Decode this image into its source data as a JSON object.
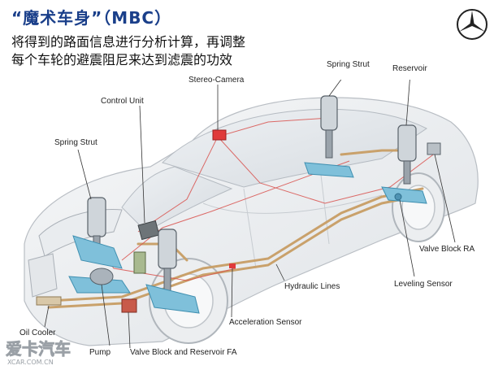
{
  "header": {
    "title": "“魔术车身”（MBC）",
    "description_line1": "将得到的路面信息进行分析计算，再调整",
    "description_line2": "每个车轮的避震阻尼来达到滤震的功效"
  },
  "callouts": {
    "stereo_camera": "Stereo-Camera",
    "control_unit": "Control Unit",
    "spring_strut_front": "Spring Strut",
    "spring_strut_rear": "Spring Strut",
    "reservoir": "Reservoir",
    "valve_block_ra": "Valve Block RA",
    "hydraulic_lines": "Hydraulic Lines",
    "leveling_sensor": "Leveling Sensor",
    "acceleration_sensor": "Acceleration Sensor",
    "oil_cooler": "Oil Cooler",
    "pump": "Pump",
    "valve_block_reservoir_fa": "Valve Block and Reservoir FA"
  },
  "watermark": {
    "text_top": "爱卡汽车",
    "text_bottom": "XCAR.COM.CN"
  },
  "colors": {
    "title": "#1a3f8a",
    "hydraulic_line": "#c9a16b",
    "wiring": "#d9534f",
    "suspension": "#5fa8c8",
    "car_outline": "#b9bec4"
  }
}
